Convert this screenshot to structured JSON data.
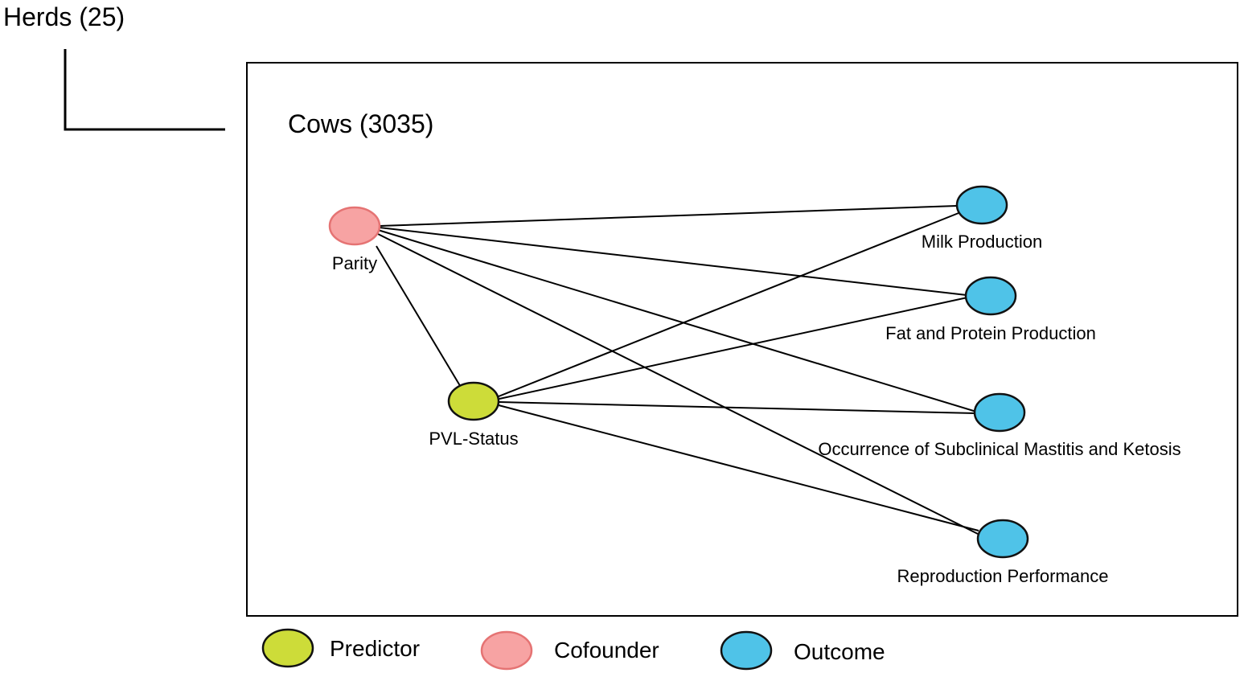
{
  "outer_level": {
    "label": "Herds (25)"
  },
  "inner_level": {
    "label": "Cows (3035)"
  },
  "colors": {
    "predictor": "#cddc39",
    "predictor_stroke": "#111111",
    "cofounder": "#f7a3a3",
    "cofounder_stroke": "#e57373",
    "outcome": "#4fc3e8",
    "outcome_stroke": "#111111"
  },
  "nodes": {
    "parity": {
      "label": "Parity",
      "role": "cofounder"
    },
    "pvl_status": {
      "label": "PVL-Status",
      "role": "predictor"
    },
    "milk_production": {
      "label": "Milk Production",
      "role": "outcome"
    },
    "fat_protein": {
      "label": "Fat and Protein Production",
      "role": "outcome"
    },
    "mastitis_ketosis": {
      "label": "Occurrence of Subclinical Mastitis and Ketosis",
      "role": "outcome"
    },
    "reproduction": {
      "label": "Reproduction Performance",
      "role": "outcome"
    }
  },
  "edges": [
    {
      "from": "parity",
      "to": "pvl_status"
    },
    {
      "from": "parity",
      "to": "milk_production"
    },
    {
      "from": "parity",
      "to": "fat_protein"
    },
    {
      "from": "parity",
      "to": "mastitis_ketosis"
    },
    {
      "from": "parity",
      "to": "reproduction"
    },
    {
      "from": "pvl_status",
      "to": "milk_production"
    },
    {
      "from": "pvl_status",
      "to": "fat_protein"
    },
    {
      "from": "pvl_status",
      "to": "mastitis_ketosis"
    },
    {
      "from": "pvl_status",
      "to": "reproduction"
    }
  ],
  "legend": {
    "predictor": "Predictor",
    "cofounder": "Cofounder",
    "outcome": "Outcome"
  }
}
